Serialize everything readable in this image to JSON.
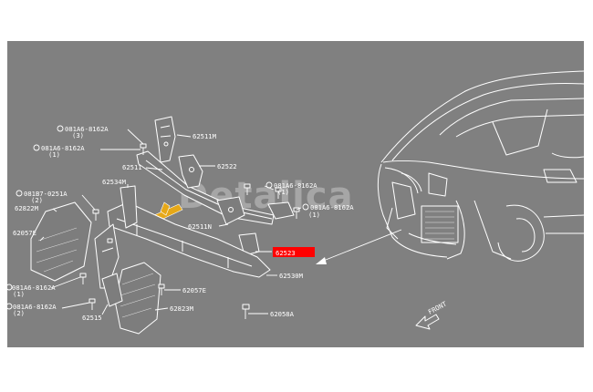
{
  "watermark": "Detalica",
  "direction": "FRONT",
  "highlight": {
    "label": "62523",
    "color": "#ff0000"
  },
  "colors": {
    "panel": "#808080",
    "line": "#ffffff",
    "accent": "#e6a817"
  },
  "labels": {
    "bolt_top": "081A6-8162A",
    "bolt_top_qty": "(3)",
    "bolt_upper": "081A6-8162A",
    "bolt_upper_qty": "(1)",
    "bolt_mid": "081A6-8162A",
    "bolt_mid_qty": "(1)",
    "bolt_mid2": "081A6-8162A",
    "bolt_mid2_qty": "(1)",
    "bolt_left": "081B7-0251A",
    "bolt_left_qty": "(2)",
    "bolt_lower_left": "081A6-8162A",
    "bolt_lower_left_qty": "(1)",
    "bolt_bottom": "081A6-8162A",
    "bolt_bottom_qty": "(2)",
    "p62511m": "62511M",
    "p62511": "62511",
    "p62522": "62522",
    "p62534m": "62534M",
    "p62822m": "62822M",
    "p62057e_left": "62057E",
    "p62511n": "62511N",
    "p62530m": "62530M",
    "p62057e": "62057E",
    "p62823m": "62823M",
    "p62515": "62515",
    "p62058a": "62058A"
  }
}
